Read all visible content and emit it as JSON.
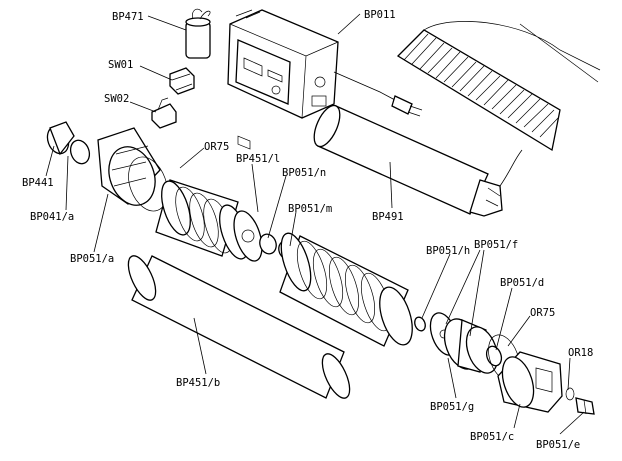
{
  "labels": {
    "bp471": "BP471",
    "bp011": "BP011",
    "sw01": "SW01",
    "sw02": "SW02",
    "bp441": "BP441",
    "or75_top": "OR75",
    "bp451_l": "BP451/l",
    "bp051_n": "BP051/n",
    "bp051_m": "BP051/m",
    "bp041_a": "BP041/a",
    "bp051_a": "BP051/a",
    "bp491": "BP491",
    "bp051_h": "BP051/h",
    "bp051_f": "BP051/f",
    "bp051_d": "BP051/d",
    "or75_right": "OR75",
    "or18": "OR18",
    "bp451_b": "BP451/b",
    "bp051_g": "BP051/g",
    "bp051_c": "BP051/c",
    "bp051_e": "BP051/e"
  }
}
